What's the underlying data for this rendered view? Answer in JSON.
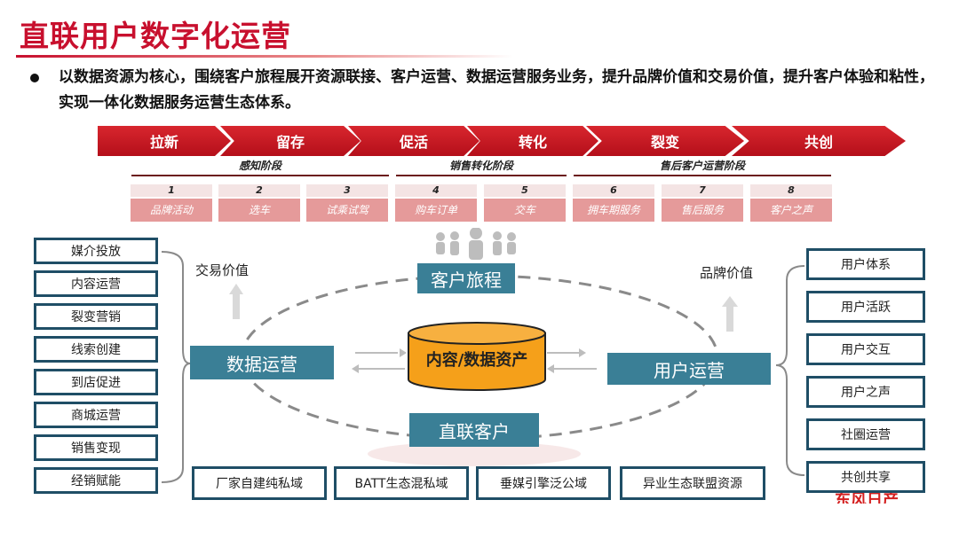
{
  "title": "直联用户数字化运营",
  "bullet": "以数据资源为核心，围绕客户旅程展开资源联接、客户运营、数据运营服务业务，提升品牌价值和交易价值，提升客户体验和粘性，实现一体化数据服务运营生态体系。",
  "process": [
    "拉新",
    "留存",
    "促活",
    "转化",
    "裂变",
    "共创"
  ],
  "phases": [
    "感知阶段",
    "销售转化阶段",
    "售后客户运营阶段"
  ],
  "steps": [
    {
      "num": "1",
      "label": "品牌活动"
    },
    {
      "num": "2",
      "label": "选车"
    },
    {
      "num": "3",
      "label": "试乘试驾"
    },
    {
      "num": "4",
      "label": "购车订单"
    },
    {
      "num": "5",
      "label": "交车"
    },
    {
      "num": "6",
      "label": "拥车期服务"
    },
    {
      "num": "7",
      "label": "售后服务"
    },
    {
      "num": "8",
      "label": "客户之声"
    }
  ],
  "left_items": [
    "媒介投放",
    "内容运营",
    "裂变营销",
    "线索创建",
    "到店促进",
    "商城运营",
    "销售变现",
    "经销赋能"
  ],
  "right_items": [
    "用户体系",
    "用户活跃",
    "用户交互",
    "用户之声",
    "社圈运营",
    "共创共享"
  ],
  "bottom_items": [
    "厂家自建纯私域",
    "BATT生态混私域",
    "垂媒引擎泛公域",
    "异业生态联盟资源"
  ],
  "center": {
    "journey": "客户旅程",
    "data_ops": "数据运营",
    "user_ops": "用户运营",
    "core": "内容/数据资产",
    "direct": "直联客户",
    "trade_value": "交易价值",
    "brand_value": "品牌价值"
  },
  "logo_text": "东风日产",
  "colors": {
    "accent_red": "#c8102e",
    "teal": "#3a7f96",
    "box_border": "#1f4e66",
    "core_orange": "#f5a01a"
  }
}
